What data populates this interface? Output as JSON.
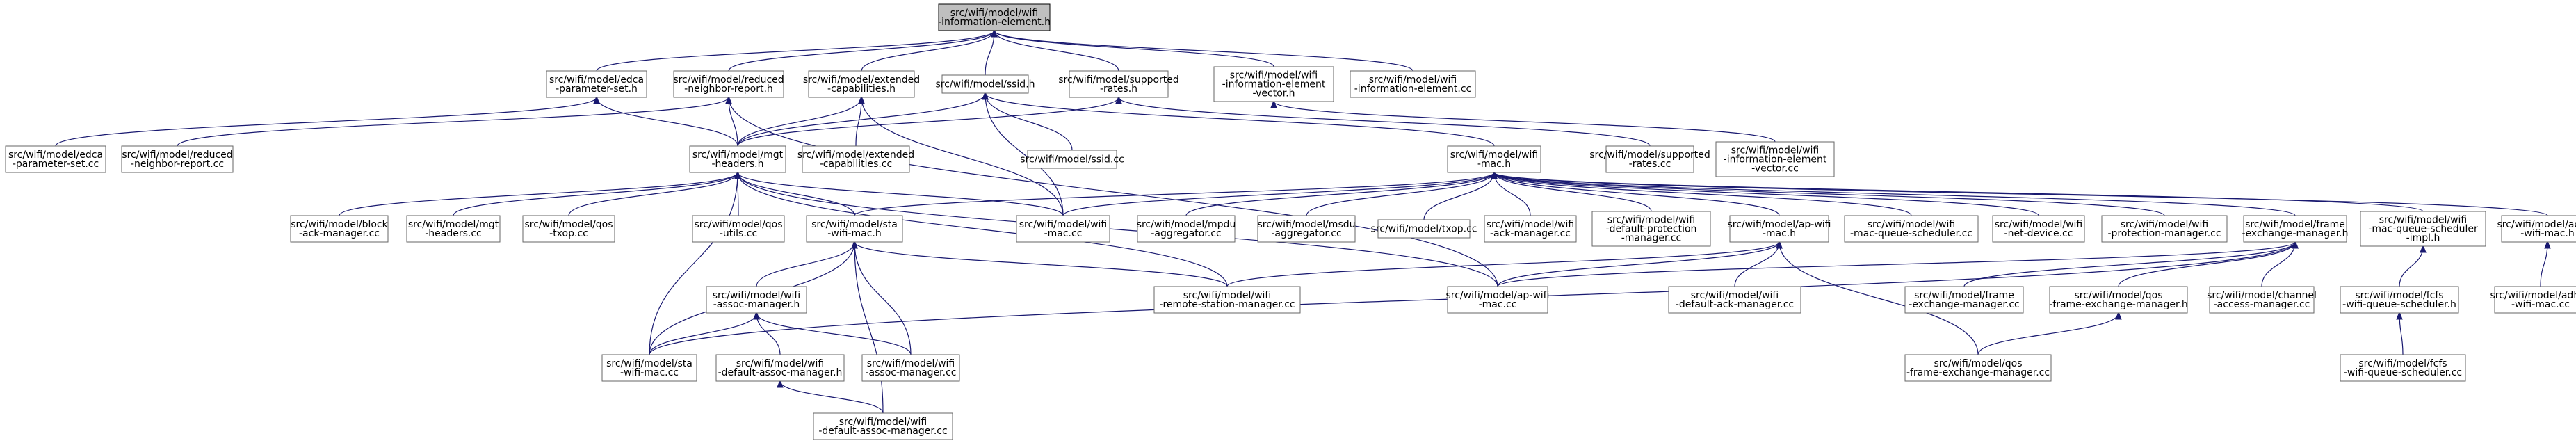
{
  "nodes": {
    "root": "src/wifi/model/wifi\n-information-element.h",
    "edca_h": "src/wifi/model/edca\n-parameter-set.h",
    "rnr_h": "src/wifi/model/reduced\n-neighbor-report.h",
    "extcap_h": "src/wifi/model/extended\n-capabilities.h",
    "ssid_h": "src/wifi/model/ssid.h",
    "suprates_h": "src/wifi/model/supported\n-rates.h",
    "iev_h": "src/wifi/model/wifi\n-information-element\n-vector.h",
    "ie_cc": "src/wifi/model/wifi\n-information-element.cc",
    "edca_cc": "src/wifi/model/edca\n-parameter-set.cc",
    "rnr_cc": "src/wifi/model/reduced\n-neighbor-report.cc",
    "mgt_h": "src/wifi/model/mgt\n-headers.h",
    "extcap_cc": "src/wifi/model/extended\n-capabilities.cc",
    "ssid_cc": "src/wifi/model/ssid.cc",
    "wifimac_h": "src/wifi/model/wifi\n-mac.h",
    "suprates_cc": "src/wifi/model/supported\n-rates.cc",
    "iev_cc": "src/wifi/model/wifi\n-information-element\n-vector.cc",
    "blockack_cc": "src/wifi/model/block\n-ack-manager.cc",
    "mgt_cc": "src/wifi/model/mgt\n-headers.cc",
    "qostxop_cc": "src/wifi/model/qos\n-txop.cc",
    "qosutils_cc": "src/wifi/model/qos\n-utils.cc",
    "stamac_h": "src/wifi/model/sta\n-wifi-mac.h",
    "wifimac_cc": "src/wifi/model/wifi\n-mac.cc",
    "mpdu_cc": "src/wifi/model/mpdu\n-aggregator.cc",
    "msdu_cc": "src/wifi/model/msdu\n-aggregator.cc",
    "txop_cc": "src/wifi/model/txop.cc",
    "ackmgr_cc": "src/wifi/model/wifi\n-ack-manager.cc",
    "defprot_cc": "src/wifi/model/wifi\n-default-protection\n-manager.cc",
    "apmac_h": "src/wifi/model/ap-wifi\n-mac.h",
    "macqsched_cc": "src/wifi/model/wifi\n-mac-queue-scheduler.cc",
    "netdev_cc": "src/wifi/model/wifi\n-net-device.cc",
    "protmgr_cc": "src/wifi/model/wifi\n-protection-manager.cc",
    "fem_h": "src/wifi/model/frame\n-exchange-manager.h",
    "macqschedimpl_h": "src/wifi/model/wifi\n-mac-queue-scheduler\n-impl.h",
    "adhoc_h": "src/wifi/model/adhoc\n-wifi-mac.h",
    "assoc_h": "src/wifi/model/wifi\n-assoc-manager.h",
    "rsm_cc": "src/wifi/model/wifi\n-remote-station-manager.cc",
    "apmac_cc": "src/wifi/model/ap-wifi\n-mac.cc",
    "defack_cc": "src/wifi/model/wifi\n-default-ack-manager.cc",
    "fem_cc": "src/wifi/model/frame\n-exchange-manager.cc",
    "qosfem_h": "src/wifi/model/qos\n-frame-exchange-manager.h",
    "chaccess_cc": "src/wifi/model/channel\n-access-manager.cc",
    "fcfs_h": "src/wifi/model/fcfs\n-wifi-queue-scheduler.h",
    "adhoc_cc": "src/wifi/model/adhoc\n-wifi-mac.cc",
    "stamac_cc": "src/wifi/model/sta\n-wifi-mac.cc",
    "defassoc_h": "src/wifi/model/wifi\n-default-assoc-manager.h",
    "assoc_cc": "src/wifi/model/wifi\n-assoc-manager.cc",
    "qosfem_cc": "src/wifi/model/qos\n-frame-exchange-manager.cc",
    "fcfs_cc": "src/wifi/model/fcfs\n-wifi-queue-scheduler.cc",
    "defassoc_cc": "src/wifi/model/wifi\n-default-assoc-manager.cc"
  },
  "colors": {
    "edge": "#191970",
    "node_border": "#666666",
    "root_fill": "#bfbfbf"
  }
}
